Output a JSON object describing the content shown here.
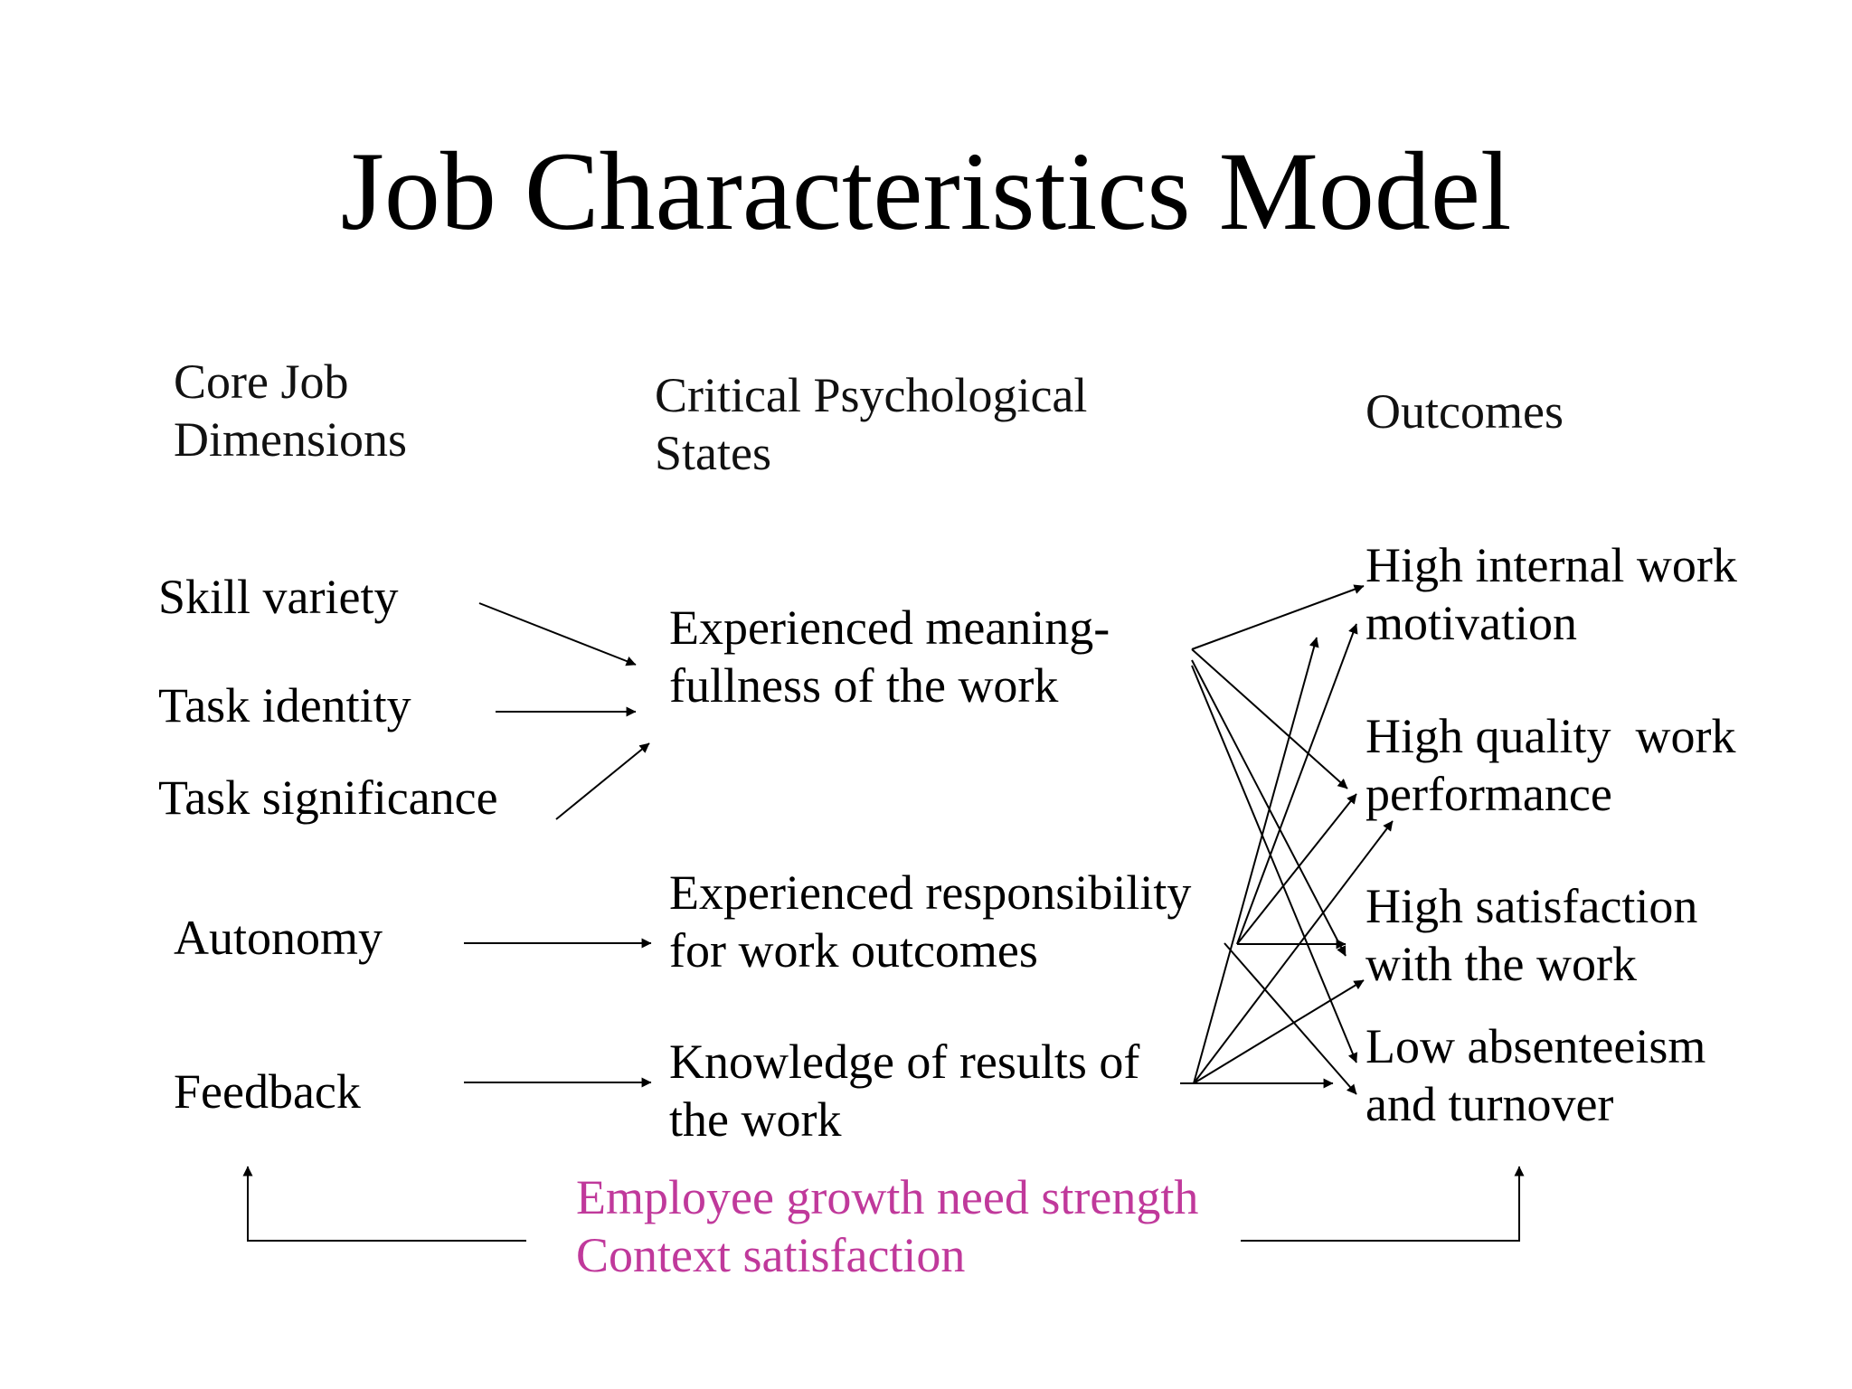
{
  "title": "Job Characteristics Model",
  "colors": {
    "text": "#000000",
    "moderator": "#c0399b",
    "arrow": "#000000"
  },
  "columns": {
    "core": [
      "Core Job",
      "Dimensions"
    ],
    "states": [
      "Critical Psychological",
      "States"
    ],
    "outcomes": [
      "Outcomes"
    ]
  },
  "core_dimensions": {
    "skill_variety": "Skill variety",
    "task_identity": "Task identity",
    "task_significance": "Task significance",
    "autonomy": "Autonomy",
    "feedback": "Feedback"
  },
  "states": {
    "meaningfulness": [
      "Experienced meaning-",
      "fullness of the work"
    ],
    "responsibility": [
      "Experienced responsibility",
      "for work outcomes"
    ],
    "knowledge": [
      "Knowledge of results of",
      "the work"
    ]
  },
  "outcomes": {
    "motivation": [
      "High internal work",
      "motivation"
    ],
    "performance": [
      "High quality  work",
      "performance"
    ],
    "satisfaction": [
      "High satisfaction",
      "with the work"
    ],
    "absenteeism": [
      "Low absenteeism",
      "and turnover"
    ]
  },
  "moderators": [
    "Employee growth need strength",
    "Context satisfaction"
  ]
}
